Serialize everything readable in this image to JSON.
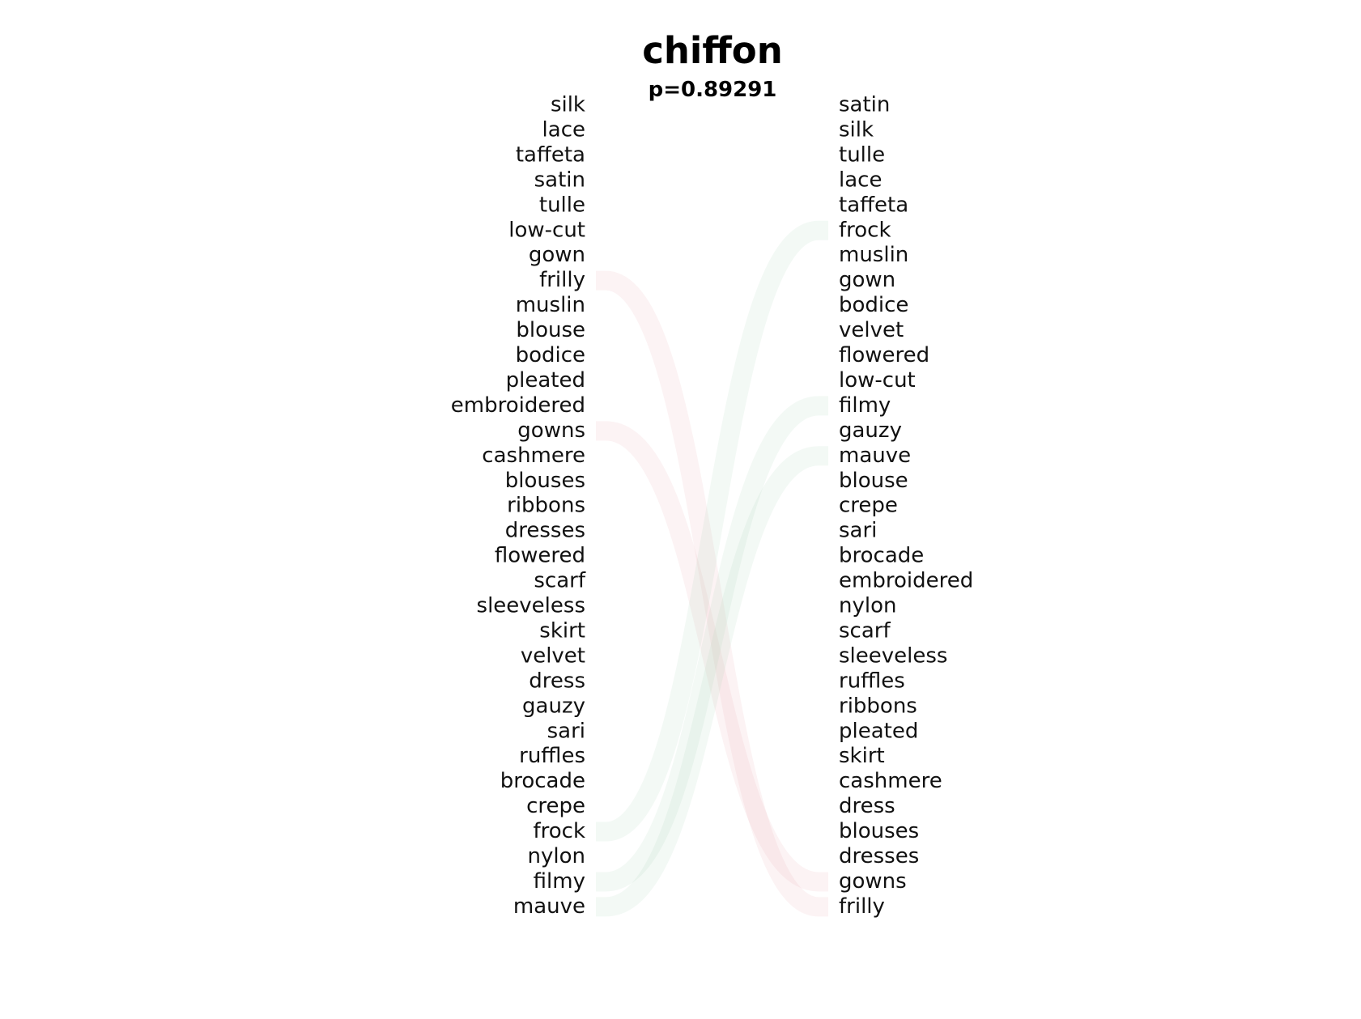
{
  "chart_data": {
    "type": "bump",
    "title": "chiffon",
    "subtitle": "p=0.89291",
    "left_ranking": [
      "silk",
      "lace",
      "taffeta",
      "satin",
      "tulle",
      "low-cut",
      "gown",
      "frilly",
      "muslin",
      "blouse",
      "bodice",
      "pleated",
      "embroidered",
      "gowns",
      "cashmere",
      "blouses",
      "ribbons",
      "dresses",
      "flowered",
      "scarf",
      "sleeveless",
      "skirt",
      "velvet",
      "dress",
      "gauzy",
      "sari",
      "ruffles",
      "brocade",
      "crepe",
      "frock",
      "nylon",
      "filmy",
      "mauve"
    ],
    "right_ranking": [
      "satin",
      "silk",
      "tulle",
      "lace",
      "taffeta",
      "frock",
      "muslin",
      "gown",
      "bodice",
      "velvet",
      "flowered",
      "low-cut",
      "filmy",
      "gauzy",
      "mauve",
      "blouse",
      "crepe",
      "sari",
      "brocade",
      "embroidered",
      "nylon",
      "scarf",
      "sleeveless",
      "ruffles",
      "ribbons",
      "pleated",
      "skirt",
      "cashmere",
      "dress",
      "blouses",
      "dresses",
      "gowns",
      "frilly"
    ],
    "highlighted_links": [
      {
        "word": "frilly",
        "color": "#e8a0a8"
      },
      {
        "word": "gowns",
        "color": "#e8a0a8"
      },
      {
        "word": "frock",
        "color": "#9fd0b0"
      },
      {
        "word": "filmy",
        "color": "#9fd0b0"
      },
      {
        "word": "mauve",
        "color": "#9fd0b0"
      }
    ],
    "colors": {
      "down": "#e8a0a8",
      "up": "#9fd0b0",
      "text": "#111111"
    },
    "grid": false,
    "legend": "none"
  }
}
